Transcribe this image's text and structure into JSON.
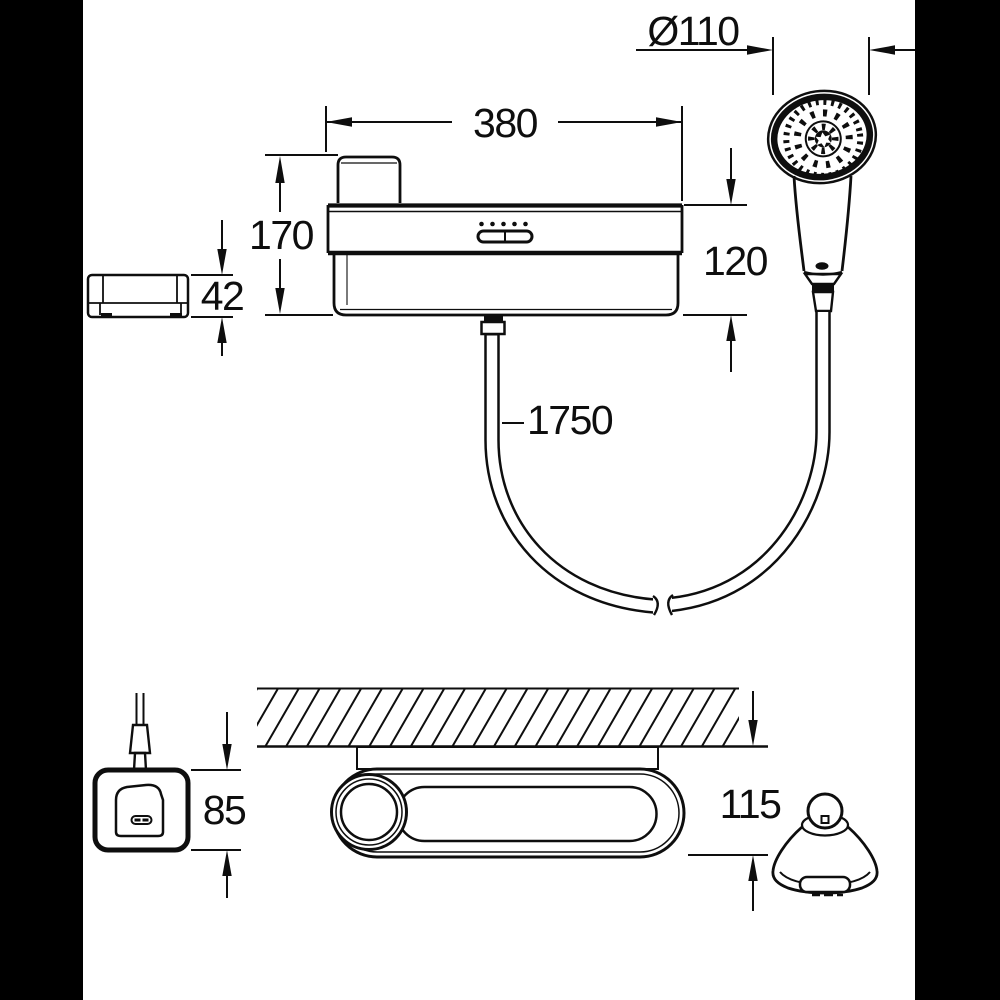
{
  "diagram": {
    "title_note": "",
    "labels": {
      "head_diameter": "Ø110",
      "unit_width": "380",
      "total_height": "170",
      "body_height": "120",
      "holder_depth": "42",
      "hose_length": "1750",
      "unit_depth": "115",
      "power_supply_height": "85"
    },
    "colors": {
      "line": "#0e0e0e",
      "background": "#ffffff",
      "pillarbox": "#000000"
    }
  }
}
